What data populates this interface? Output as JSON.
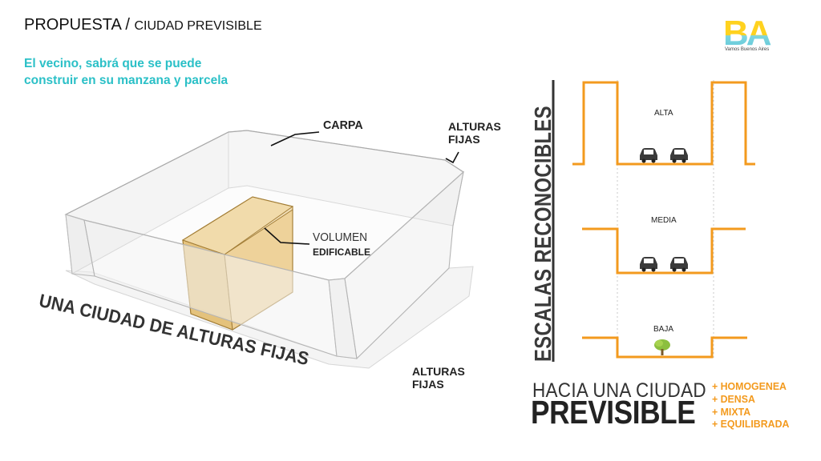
{
  "header": {
    "title_main": "PROPUESTA",
    "title_sep": " / ",
    "title_sub": "CIUDAD PREVISIBLE",
    "subtitle_line1": "El vecino, sabrá que se puede",
    "subtitle_line2": "construir en su manzana y parcela"
  },
  "logo": {
    "letters": "BA",
    "tagline": "Vamos Buenos Aires"
  },
  "diagram_left": {
    "label_carpa": "CARPA",
    "label_alturas_fijas_top_1": "ALTURAS",
    "label_alturas_fijas_top_2": "FIJAS",
    "label_alturas_fijas_bottom_1": "ALTURAS",
    "label_alturas_fijas_bottom_2": "FIJAS",
    "label_volumen_1": "VOLUMEN",
    "label_volumen_2": "EDIFICABLE",
    "tilted_caption": "UNA CIUDAD DE ALTURAS FIJAS",
    "volume_color": "#e8c57e"
  },
  "diagram_right": {
    "vertical_title": "ESCALAS RECONOCIBLES",
    "levels": [
      "ALTA",
      "MEDIA",
      "BAJA"
    ],
    "line_color": "#f39a1e"
  },
  "footer": {
    "line1": "HACIA UNA CIUDAD",
    "line2": "PREVISIBLE",
    "attributes": [
      "+ HOMOGENEA",
      "+ DENSA",
      "+ MIXTA",
      "+ EQUILIBRADA"
    ]
  }
}
